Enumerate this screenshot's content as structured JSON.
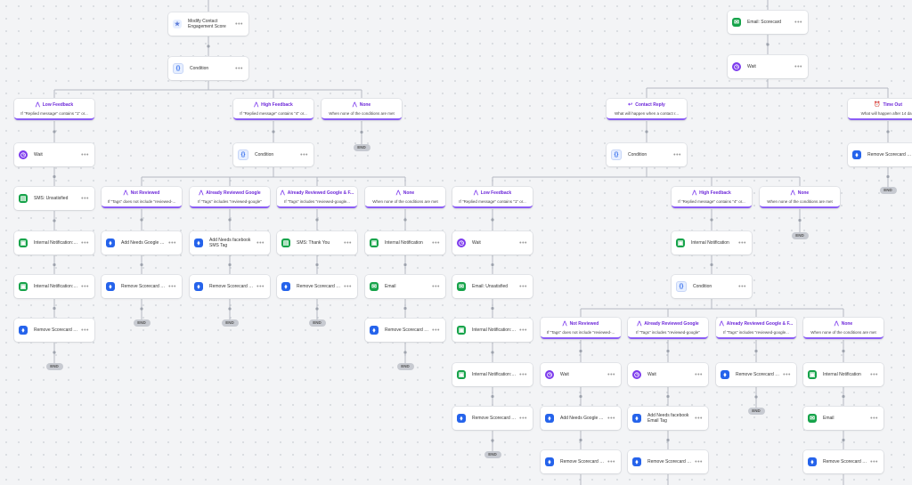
{
  "labels": {
    "end": "END",
    "modify_score": "Modify Contact Engagement Score",
    "condition": "Condition",
    "wait": "Wait",
    "sms_unsatisfied": "SMS: Unsatisfied",
    "internal_notification_sms": "Internal Notification: SMS",
    "internal_notification_email": "Internal Notification: Email",
    "internal_notification": "Internal Notification",
    "remove_scorecard_tag": "Remove Scorecard Tag",
    "add_needs_google_sms_tag": "Add Needs Google SMS Tag",
    "add_needs_facebook_sms_tag": "Add Needs facebook SMS Tag",
    "sms_thank_you": "SMS: Thank You",
    "email": "Email",
    "email_unsatisfied": "Email: Unsatisfied",
    "email_scorecard": "Email: Scorecard",
    "add_needs_google_email_tag": "Add Needs Google Email Tag",
    "add_needs_facebook_email_tag": "Add Needs facebook Email Tag",
    "more_dots": "•••"
  },
  "branches": {
    "low_feedback": {
      "title": "Low Feedback",
      "subtitle": "If \"Replied message\" contains \"1\" or..."
    },
    "high_feedback": {
      "title": "High Feedback",
      "subtitle": "If \"Replied message\" contains \"4\" or..."
    },
    "none": {
      "title": "None",
      "subtitle": "When none of the conditions are met"
    },
    "not_reviewed": {
      "title": "Not Reviewed",
      "subtitle": "If \"Tags\" does not include \"reviewed-..."
    },
    "already_google": {
      "title": "Already Reviewed Google",
      "subtitle": "If \"Tags\" includes \"reviewed-google\""
    },
    "already_google_f": {
      "title": "Already Reviewed Google & F...",
      "subtitle": "If \"Tags\" includes \"reviewed-google..."
    },
    "contact_reply": {
      "title": "Contact Reply",
      "subtitle": "What will happen when a contact r..."
    },
    "time_out": {
      "title": "Time Out",
      "subtitle": "What will happen after 14 da..."
    }
  },
  "icons": {
    "wait": "clock-icon",
    "sms": "sms-icon",
    "notification": "bell-icon",
    "email": "envelope-icon",
    "tag": "tag-icon",
    "condition": "braces-icon",
    "score": "star-icon",
    "branch": "branch-icon",
    "reply": "reply-icon",
    "timeout": "alarm-icon"
  },
  "colors": {
    "canvas": "#f3f4f6",
    "branch_accent": "#8b5cf6",
    "wait": "#7c3aed",
    "action_green": "#16a34a",
    "tag_blue": "#2563eb",
    "connector": "#b5b9c2"
  }
}
